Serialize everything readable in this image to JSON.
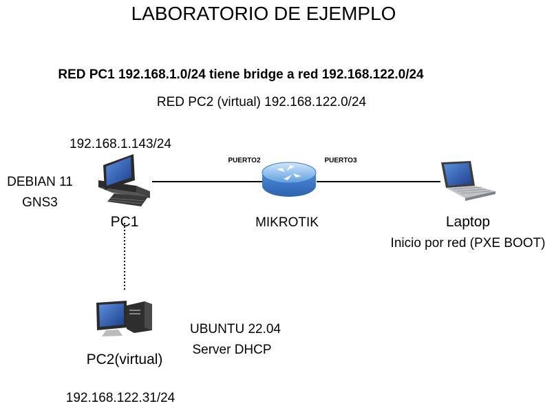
{
  "title": "LABORATORIO DE EJEMPLO",
  "notes": {
    "bridge": "RED PC1 192.168.1.0/24 tiene bridge a red 192.168.122.0/24",
    "virtual_net": "RED PC2 (virtual) 192.168.122.0/24"
  },
  "pc1": {
    "ip": "192.168.1.143/24",
    "os": "DEBIAN 11",
    "software": "GNS3",
    "label": "PC1",
    "icon": "desktop-computer-icon"
  },
  "router": {
    "label": "MIKROTIK",
    "port_left": "PUERTO2",
    "port_right": "PUERTO3",
    "icon": "router-icon"
  },
  "laptop": {
    "label": "Laptop",
    "description": "Inicio por red (PXE BOOT)",
    "icon": "laptop-icon"
  },
  "pc2": {
    "os": "UBUNTU 22.04",
    "role": "Server DHCP",
    "label": "PC2(virtual)",
    "ip": "192.168.122.31/24",
    "icon": "workstation-icon"
  },
  "colors": {
    "router_blue": "#3d7fd0",
    "router_light": "#7fb6ec",
    "screen_blue": "#3566b8"
  }
}
